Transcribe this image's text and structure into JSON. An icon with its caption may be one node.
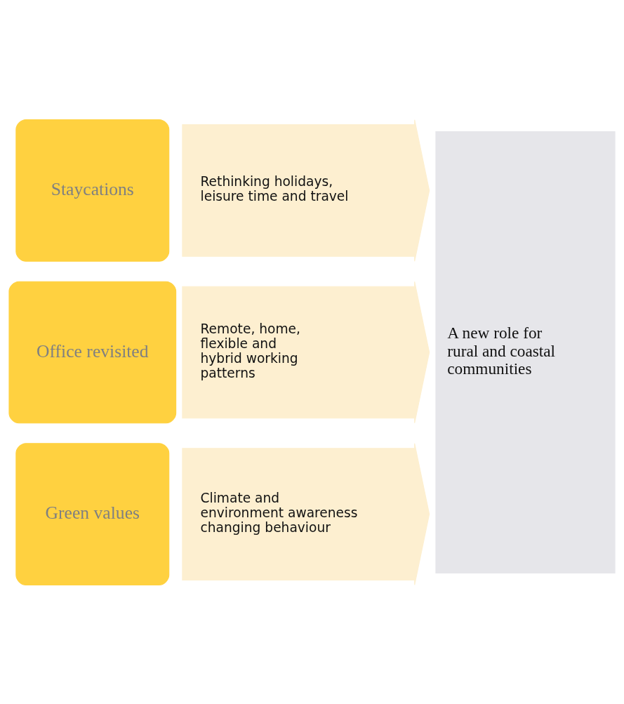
{
  "diagram": {
    "nodes": [
      {
        "text": [
          "Staycations"
        ]
      },
      {
        "text": [
          "Rethinking holidays, leisure time and travel"
        ]
      },
      {
        "text": [
          "Office revisited"
        ]
      },
      {
        "text": [
          "Remote, home, flexible and hybrid working patterns"
        ]
      },
      {
        "text": [
          "Green values"
        ]
      },
      {
        "text": [
          "Climate and environment awareness changing behaviour"
        ]
      },
      {
        "text": [
          "A new role for rural and coastal communities"
        ]
      }
    ]
  }
}
